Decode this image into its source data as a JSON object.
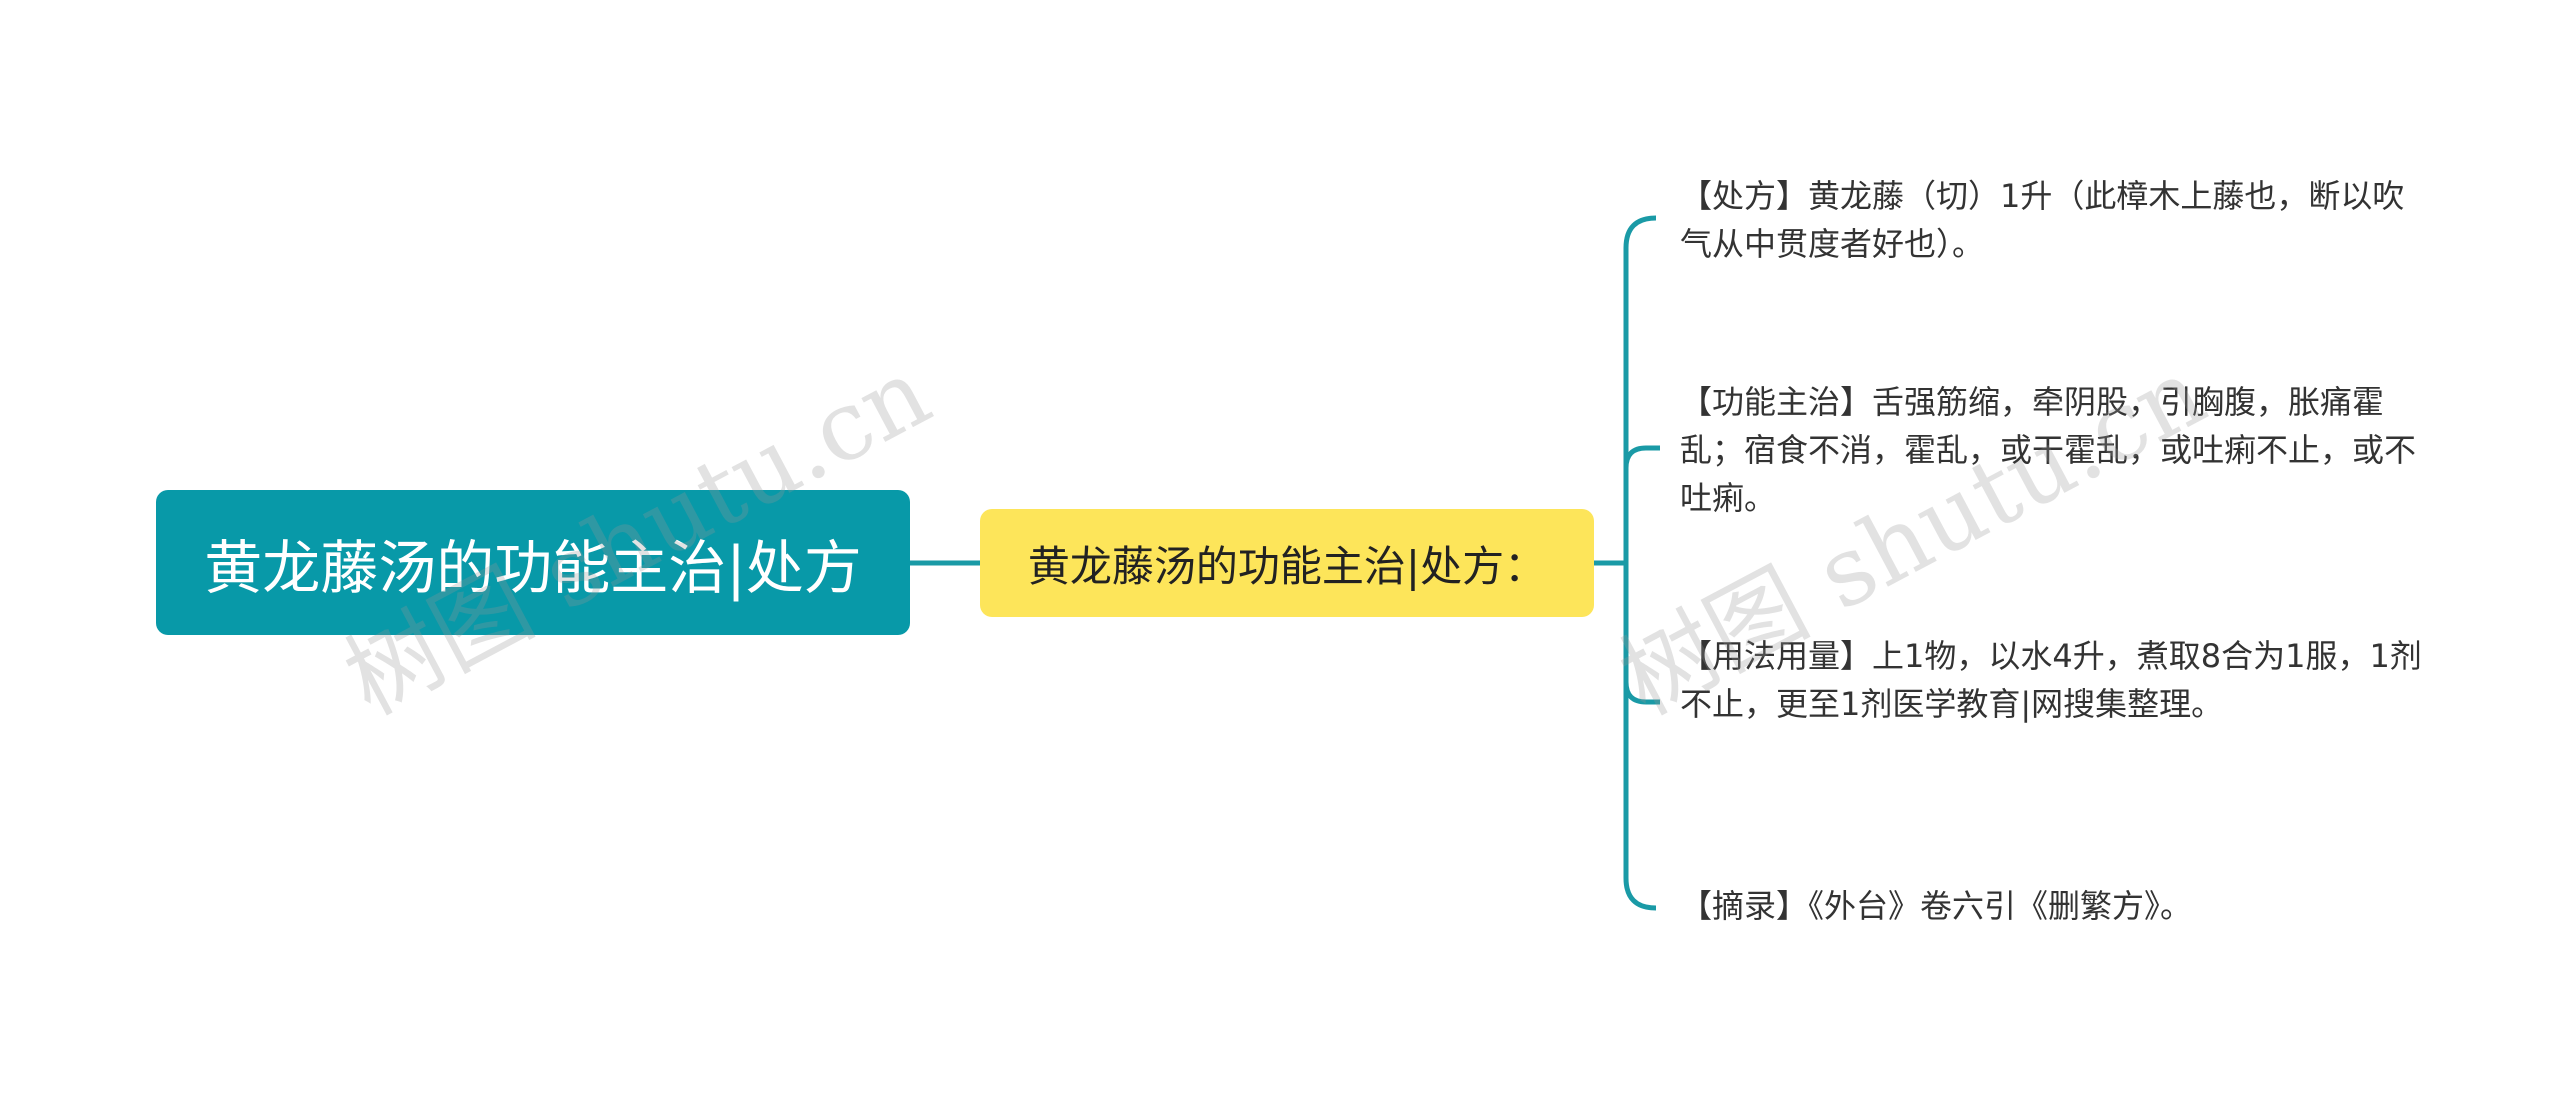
{
  "root": {
    "label": "黄龙藤汤的功能主治|处方"
  },
  "branch": {
    "label": "黄龙藤汤的功能主治|处方："
  },
  "leaves": [
    "【处方】黄龙藤（切）1升（此樟木上藤也，断以吹气从中贯度者好也）。",
    "【功能主治】舌强筋缩，牵阴股，引胸腹，胀痛霍乱；宿食不消，霍乱，或干霍乱，或吐痢不止，或不吐痢。",
    "【用法用量】上1物，以水4升，煮取8合为1服，1剂不止，更至1剂医学教育|网搜集整理。",
    "【摘录】《外台》卷六引《删繁方》。"
  ],
  "watermarks": [
    "树图 shutu.cn",
    "树图 shutu.cn"
  ],
  "colors": {
    "root_bg": "#0899a8",
    "branch_bg": "#fde55a",
    "connector": "#1a9aa6"
  }
}
